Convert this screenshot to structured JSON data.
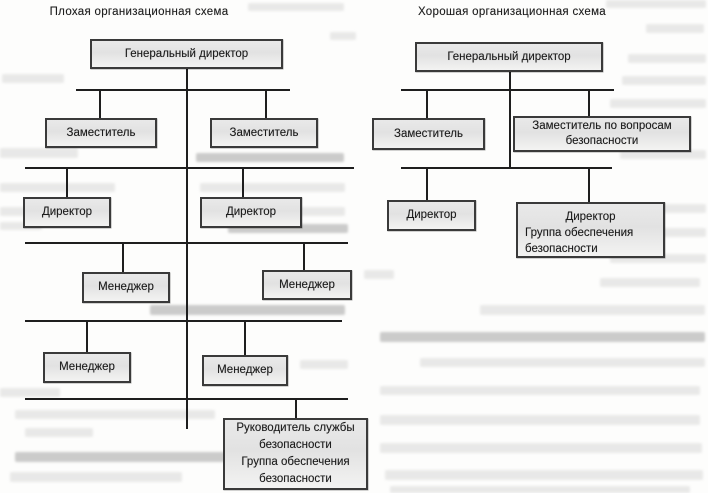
{
  "charts": {
    "bad": {
      "title": "Плохая организационная схема",
      "nodes": {
        "general_director": "Генеральный директор",
        "deputy_left": "Заместитель",
        "deputy_right": "Заместитель",
        "director_left": "Директор",
        "director_right": "Директор",
        "manager_row1_left": "Менеджер",
        "manager_row1_right": "Менеджер",
        "manager_row2_left": "Менеджер",
        "manager_row2_right": "Менеджер",
        "security_chief": "Руководитель службы\nбезопасности\nГруппа обеспечения\nбезопасности"
      }
    },
    "good": {
      "title": "Хорошая организационная схема",
      "nodes": {
        "general_director": "Генеральный директор",
        "deputy": "Заместитель",
        "security_deputy": "Заместитель по вопросам\nбезопасности",
        "director": "Директор",
        "director_security_line1": "Директор",
        "director_security_rest": "Группа обеспечения\nбезопасности"
      }
    }
  }
}
